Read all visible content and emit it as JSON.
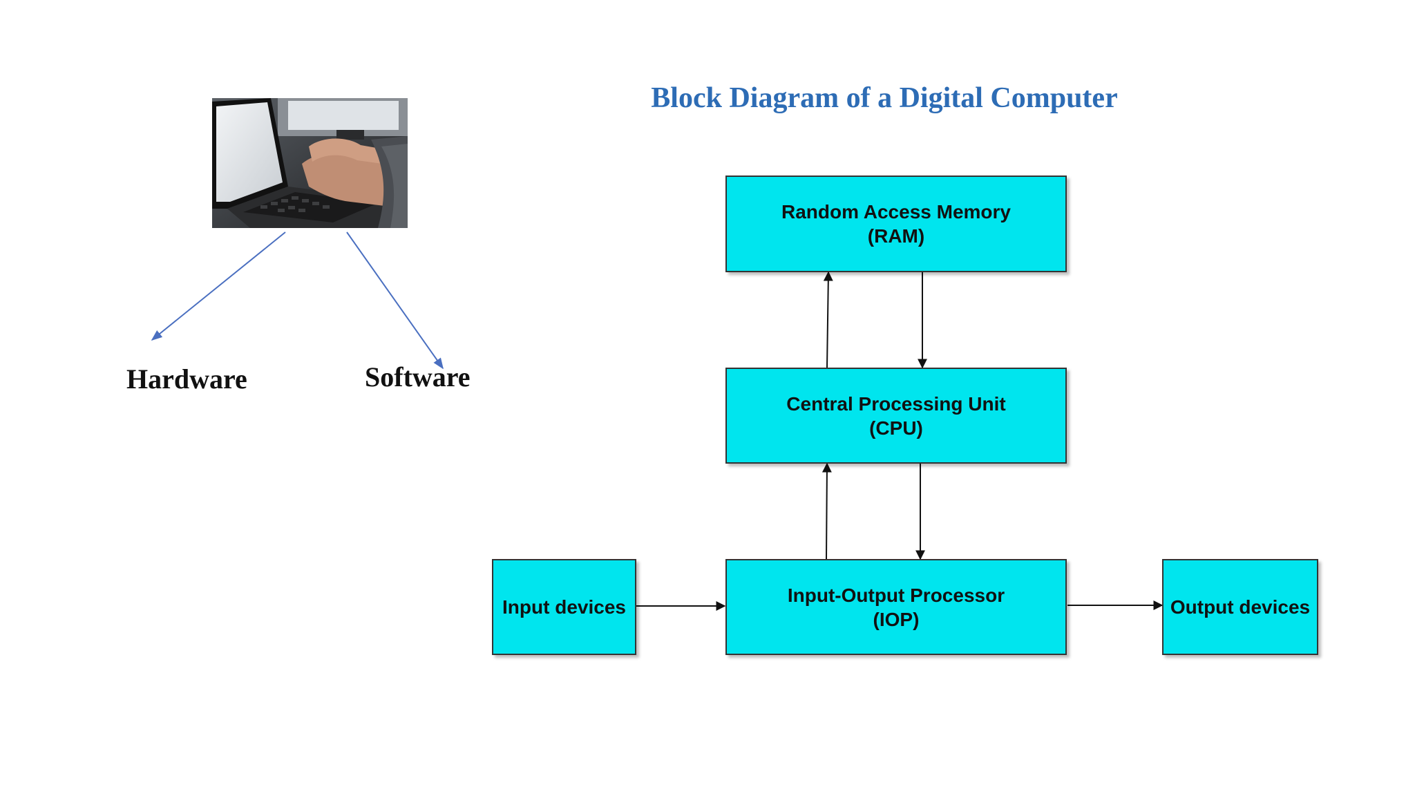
{
  "diagram": {
    "title": "Block Diagram of a Digital Computer",
    "branches": {
      "left_label": "Hardware",
      "right_label": "Software"
    },
    "blocks": {
      "ram": {
        "line1": "Random Access Memory",
        "line2": "(RAM)"
      },
      "cpu": {
        "line1": "Central Processing Unit",
        "line2": "(CPU)"
      },
      "iop": {
        "line1": "Input-Output Processor",
        "line2": "(IOP)"
      },
      "input": {
        "label": "Input devices"
      },
      "output": {
        "label": "Output devices"
      }
    },
    "colors": {
      "block_fill": "#00e5ee",
      "title": "#2d6cb5",
      "branch_arrow": "#4a6fc0"
    }
  }
}
